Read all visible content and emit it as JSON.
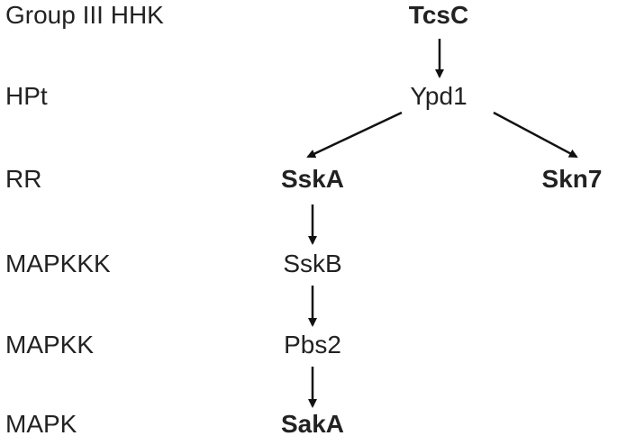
{
  "levels": {
    "group_iii_hhk": "Group III HHK",
    "hpt": "HPt",
    "rr": "RR",
    "mapkkk": "MAPKKK",
    "mapkk": "MAPKK",
    "mapk": "MAPK"
  },
  "nodes": {
    "tcsc": "TcsC",
    "ypd1": "Ypd1",
    "sska": "SskA",
    "skn7": "Skn7",
    "sskb": "SskB",
    "pbs2": "Pbs2",
    "saka": "SakA"
  },
  "colors": {
    "text": "#222222",
    "arrow": "#111111",
    "background": "#ffffff"
  }
}
